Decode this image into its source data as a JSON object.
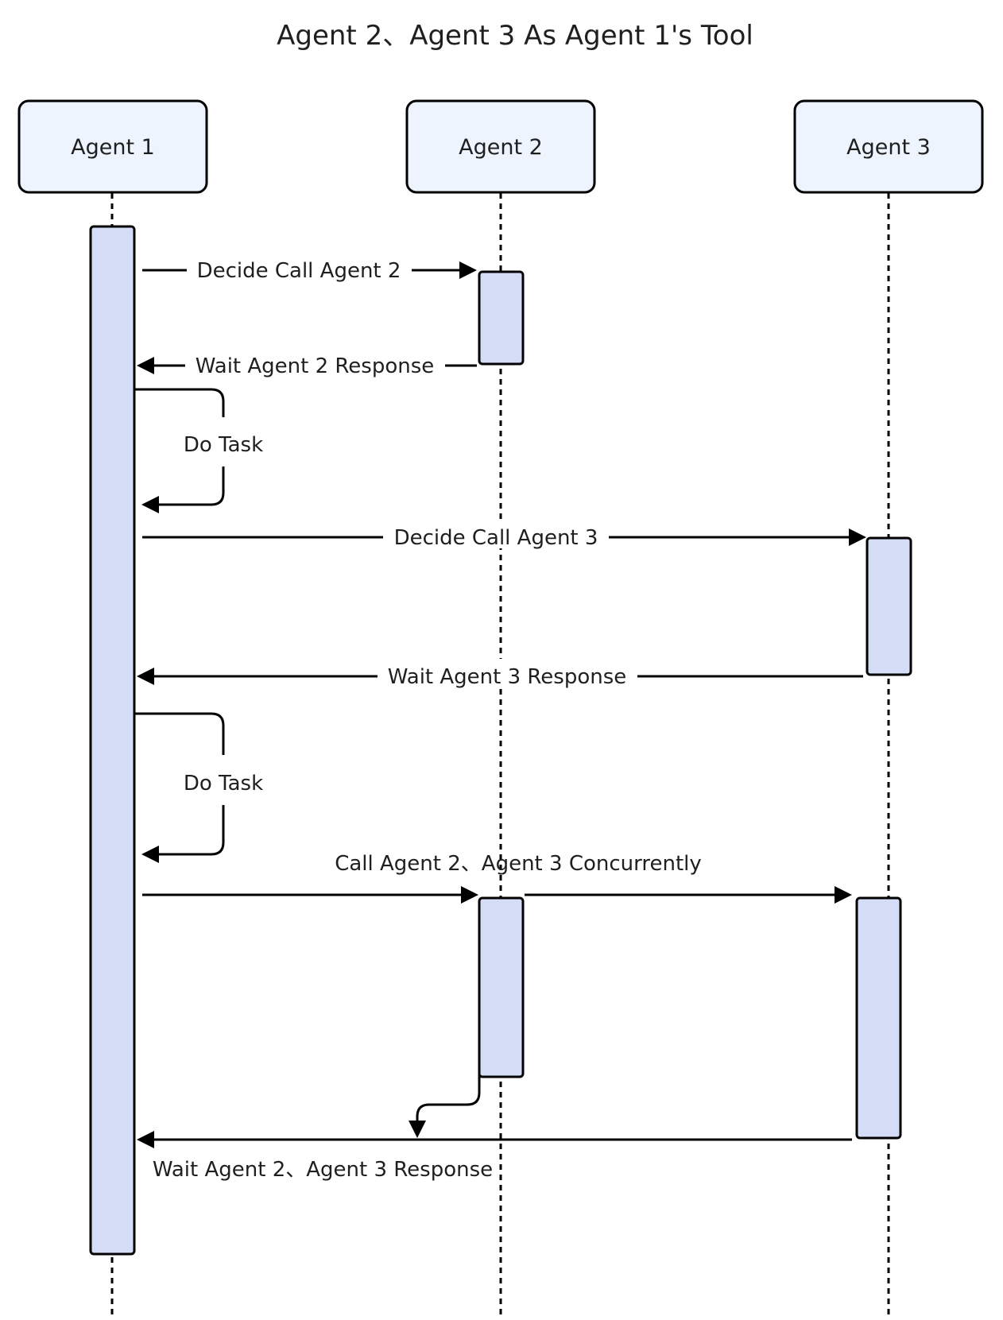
{
  "title": "Agent 2、Agent 3 As Agent 1's Tool",
  "participants": [
    "Agent 1",
    "Agent 2",
    "Agent 3"
  ],
  "messages": {
    "m1": "Decide Call Agent 2",
    "m2": "Wait Agent 2 Response",
    "m3": "Do Task",
    "m4": "Decide Call Agent 3",
    "m5": "Wait Agent 3 Response",
    "m6": "Do Task",
    "m7": "Call Agent 2、Agent 3  Concurrently",
    "m8": "Wait Agent 2、Agent 3  Response"
  },
  "colors": {
    "header_fill": "#eef4fe",
    "activation_fill": "#d5dcf5",
    "stroke": "#000000"
  }
}
